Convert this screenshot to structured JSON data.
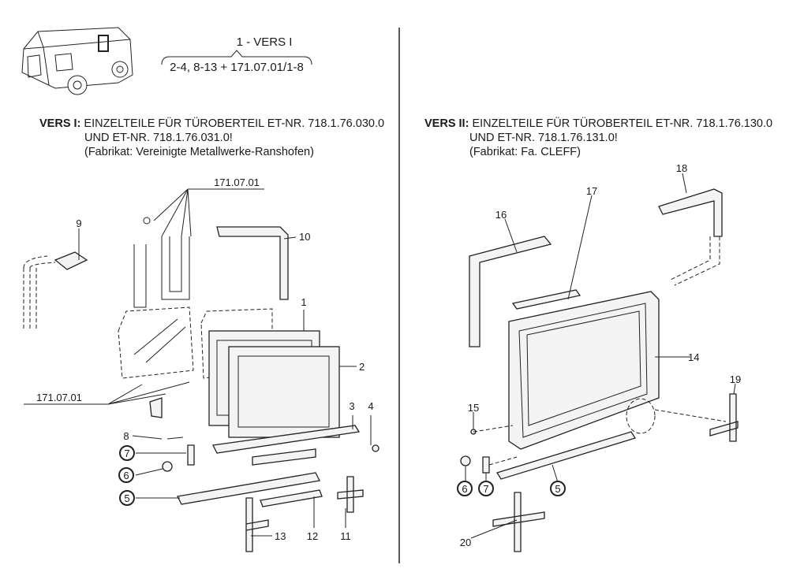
{
  "formula": {
    "title": "1 - VERS I",
    "detail": "2-4, 8-13 + 171.07.01/1-8"
  },
  "vers1": {
    "label": "VERS I:",
    "line1": "EINZELTEILE FÜR TÜROBERTEIL ET-NR. 718.1.76.030.0",
    "line2": "UND ET-NR. 718.1.76.031.0!",
    "line3": "(Fabrikat: Vereinigte Metallwerke-Ranshofen)"
  },
  "vers2": {
    "label": "VERS II:",
    "line1": "EINZELTEILE FÜR TÜROBERTEIL ET-NR. 718.1.76.130.0",
    "line2": "UND ET-NR. 718.1.76.131.0!",
    "line3": "(Fabrikat: Fa. CLEFF)"
  },
  "left_callouts": {
    "ref_top": "171.07.01",
    "ref_bottom": "171.07.01",
    "p1": "1",
    "p2": "2",
    "p3": "3",
    "p4": "4",
    "p5": "5",
    "p6": "6",
    "p7": "7",
    "p8": "8",
    "p9": "9",
    "p10": "10",
    "p11": "11",
    "p12": "12",
    "p13": "13"
  },
  "right_callouts": {
    "p5": "5",
    "p6": "6",
    "p7": "7",
    "p14": "14",
    "p15": "15",
    "p16": "16",
    "p17": "17",
    "p18": "18",
    "p19": "19",
    "p20": "20"
  }
}
